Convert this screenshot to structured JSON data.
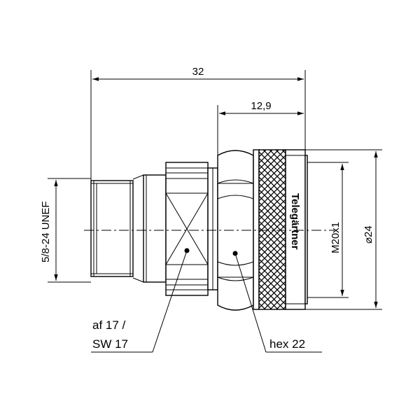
{
  "dimensions": {
    "overall_length": "32",
    "nut_length": "12,9",
    "left_thread": "5/8-24 UNEF",
    "right_thread": "M20x1",
    "diameter": "24",
    "diameter_symbol": "⌀"
  },
  "callouts": {
    "wrench_line1": "af 17 /",
    "wrench_line2": "SW 17",
    "hex": "hex 22"
  },
  "brand": {
    "logo": "Telegärtner"
  }
}
